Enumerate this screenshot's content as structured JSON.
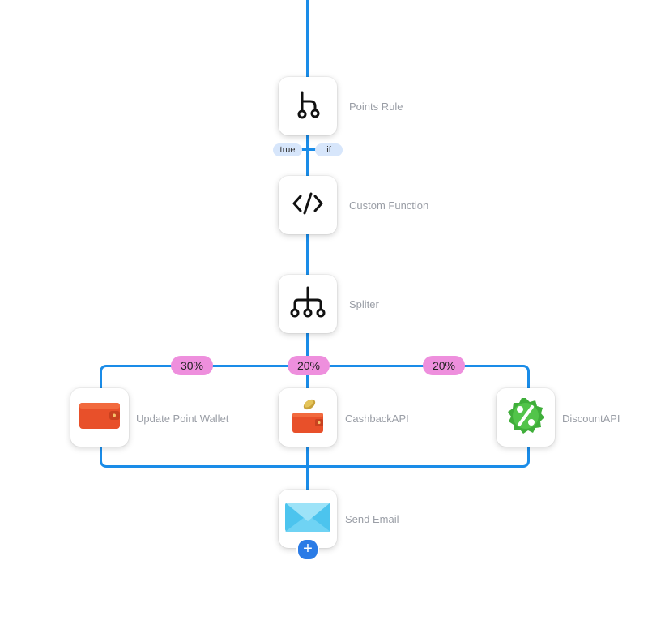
{
  "nodes": {
    "points_rule": {
      "label": "Points Rule",
      "icon": "branch-icon"
    },
    "custom_function": {
      "label": "Custom Function",
      "icon": "code-icon"
    },
    "spliter": {
      "label": "Spliter",
      "icon": "splitter-icon"
    },
    "update_point_wallet": {
      "label": "Update Point Wallet",
      "icon": "wallet-icon"
    },
    "cashback_api": {
      "label": "CashbackAPI",
      "icon": "coin-wallet-icon"
    },
    "discount_api": {
      "label": "DiscountAPI",
      "icon": "percent-badge-icon"
    },
    "send_email": {
      "label": "Send Email",
      "icon": "envelope-icon"
    }
  },
  "conditions": {
    "true_label": "true",
    "if_label": "if"
  },
  "splits": {
    "left": "30%",
    "center": "20%",
    "right": "20%"
  },
  "add_button": {
    "symbol": "+"
  },
  "colors": {
    "connector": "#1a8ce8",
    "split_badge": "#ee8fdd",
    "condition_pill": "#d7e6fb",
    "add_button": "#2a7be6"
  }
}
